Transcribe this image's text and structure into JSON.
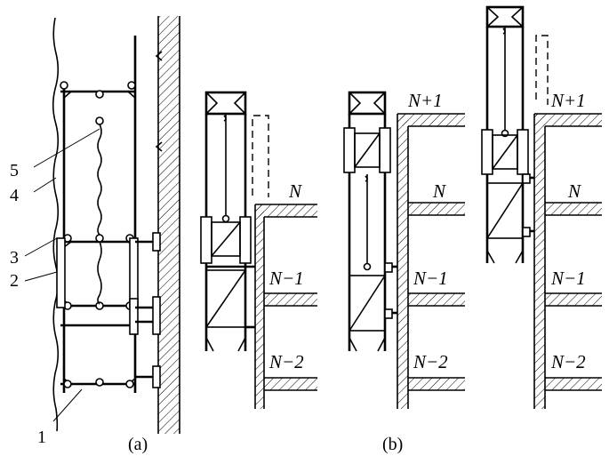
{
  "callouts": [
    "1",
    "2",
    "3",
    "4",
    "5"
  ],
  "captions": {
    "a": "(a)",
    "b": "(b)"
  },
  "floors": {
    "np1": "N+1",
    "n": "N",
    "nm1": "N−1",
    "nm2": "N−2"
  }
}
